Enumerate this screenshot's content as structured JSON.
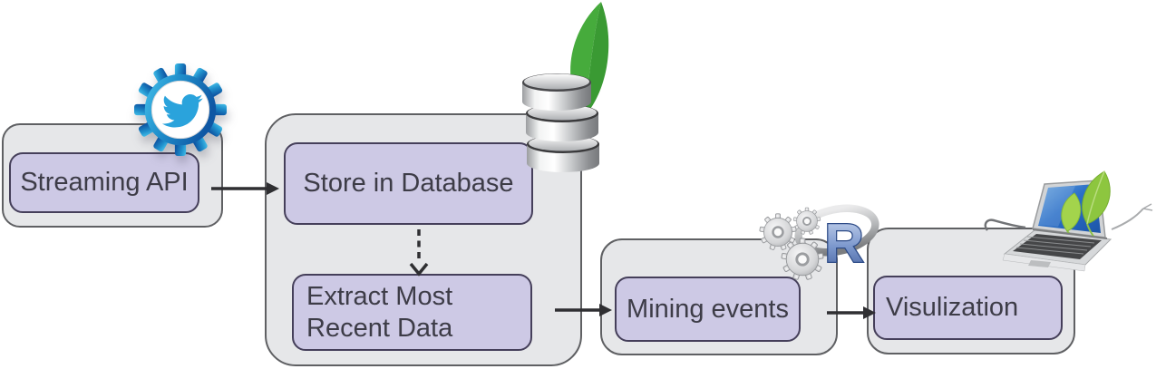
{
  "diagram": {
    "nodes": {
      "streaming": {
        "label": "Streaming API"
      },
      "store": {
        "label": "Store in Database"
      },
      "extract": {
        "line1": "Extract Most",
        "line2": "Recent Data"
      },
      "mining": {
        "label": "Mining events"
      },
      "visualization": {
        "label": "Visulization"
      }
    },
    "icons": {
      "twitter": "twitter-gear-icon",
      "mongodb": "mongodb-leaf-database-icon",
      "r": "r-logo-gears-icon",
      "r_letter": "R",
      "laptop": "laptop-leaf-icon"
    },
    "colors": {
      "outer_box_fill": "#e6e7e9",
      "outer_box_border": "#5f6063",
      "inner_box_fill": "#cdc9e5",
      "inner_box_border": "#453f5a",
      "text": "#3d3c47",
      "arrow": "#2f2f32",
      "twitter_blue": "#2aa3dc",
      "gear_blue_dark": "#0f57a4",
      "mongo_green_light": "#46ab3c",
      "mongo_green_dark": "#3a9a33",
      "r_blue": "#5b7cbd",
      "leaf_lime": "#8dc63f"
    }
  }
}
